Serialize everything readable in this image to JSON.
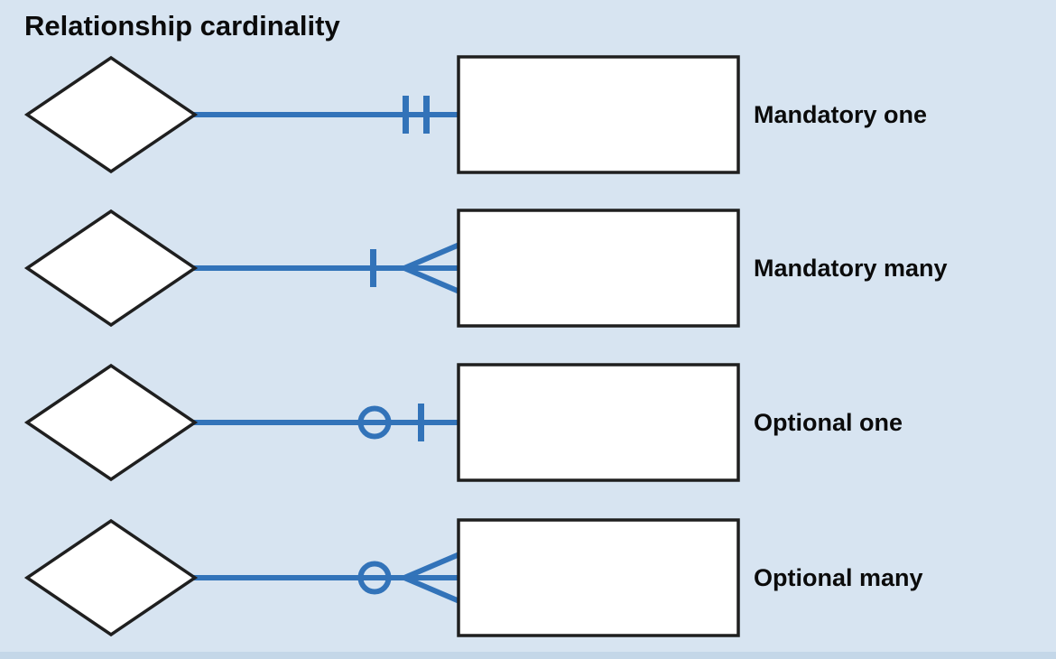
{
  "title": "Relationship cardinality",
  "rows": [
    {
      "id": "mandatory-one",
      "label": "Mandatory one",
      "symbol": "two-vertical-ticks"
    },
    {
      "id": "mandatory-many",
      "label": "Mandatory many",
      "symbol": "tick-and-crows-foot"
    },
    {
      "id": "optional-one",
      "label": "Optional one",
      "symbol": "circle-and-tick"
    },
    {
      "id": "optional-many",
      "label": "Optional many",
      "symbol": "circle-and-crows-foot"
    }
  ],
  "colors": {
    "background": "#d7e4f1",
    "line_blue": "#3273b9",
    "shape_fill": "#ffffff",
    "shape_border": "#1f1f1f",
    "text": "#0b0b0b",
    "bottom_strip": "#c4d7e8"
  }
}
